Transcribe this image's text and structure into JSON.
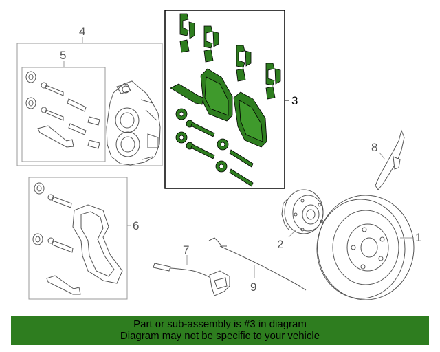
{
  "callouts": {
    "c1": "1",
    "c2": "2",
    "c3": "3",
    "c4": "4",
    "c5": "5",
    "c6": "6",
    "c7": "7",
    "c8": "8",
    "c9": "9"
  },
  "highlight_color": "#2e7d1f",
  "banner": {
    "line1": "Part or sub-assembly is #3 in diagram",
    "line2": "Diagram may not be specific to your vehicle"
  }
}
